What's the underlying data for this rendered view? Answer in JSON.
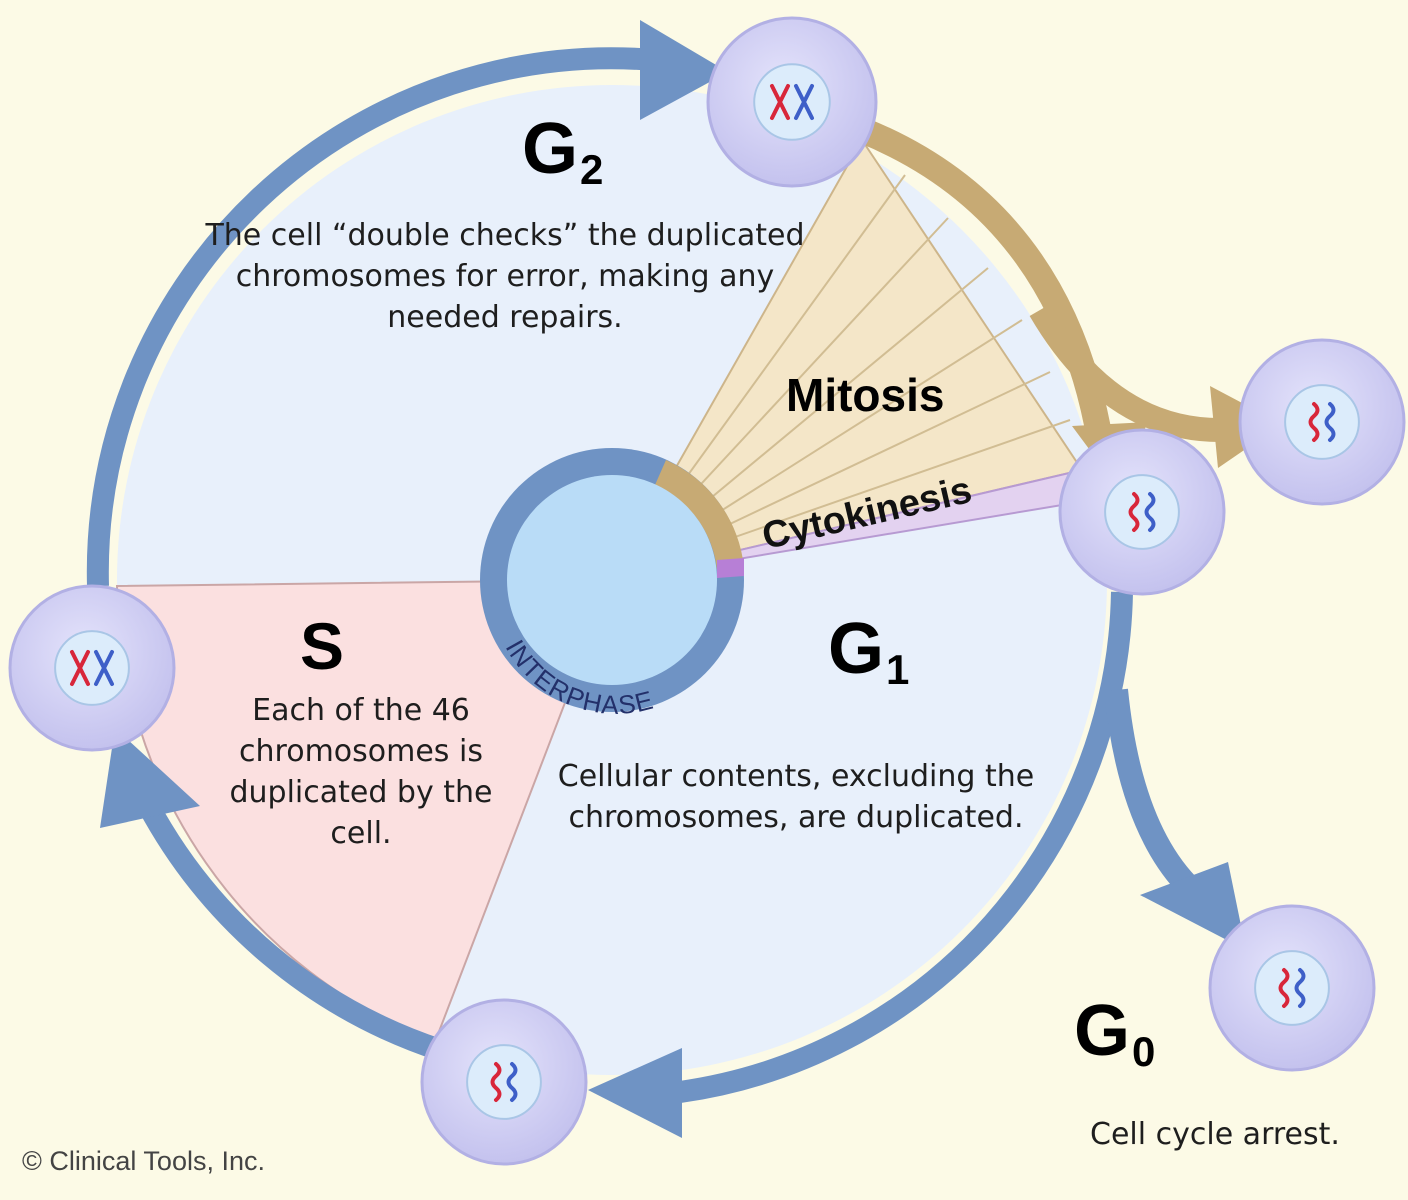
{
  "phases": {
    "g2": {
      "letter": "G",
      "sub": "2",
      "description": "The cell “double checks” the duplicated chromosomes for error, making any needed repairs."
    },
    "s": {
      "label": "S",
      "description": "Each of the 46 chromosomes is duplicated by the cell."
    },
    "g1": {
      "letter": "G",
      "sub": "1",
      "description": "Cellular contents, excluding the chromosomes, are duplicated."
    },
    "g0": {
      "letter": "G",
      "sub": "0",
      "description": "Cell cycle arrest."
    },
    "mitosis": {
      "label": "Mitosis"
    },
    "cytokinesis": {
      "label": "Cytokinesis"
    },
    "interphase": {
      "label": "INTERPHASE"
    }
  },
  "colors": {
    "background": "#fcfae6",
    "cycle_arrow": "#6f93c4",
    "cycle_fill": "#e8f0fb",
    "s_fill": "#fbe0e0",
    "mitosis_fill": "#f4e6c8",
    "mitosis_arrow": "#c7aa74",
    "cytokinesis_fill": "#e3d2f0",
    "cell": "#c8c6ef",
    "nucleus": "#dcecfb",
    "chromosome_red": "#d8263a",
    "chromosome_blue": "#3e5fc8"
  },
  "copyright": "© Clinical Tools, Inc."
}
